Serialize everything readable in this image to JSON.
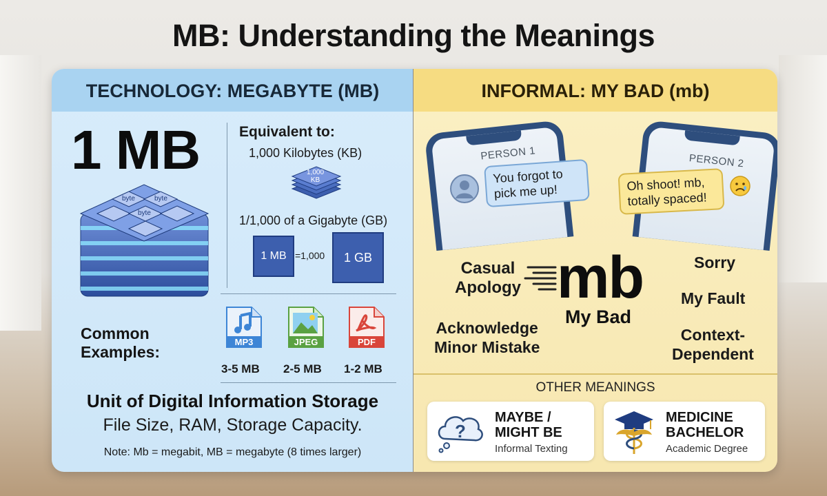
{
  "title": "MB: Understanding the Meanings",
  "technology": {
    "header": "TECHNOLOGY: MEGABYTE (MB)",
    "big_label": "1 MB",
    "server_label": "byte",
    "equivalent_label": "Equivalent to:",
    "kilobytes": "1,000 Kilobytes (KB)",
    "kb_stack_label_line1": "1,000",
    "kb_stack_label_line2": "KB",
    "gigabyte": "1/1,000 of a Gigabyte (GB)",
    "mb_box": "1 MB",
    "equals": "=1,000",
    "gb_box": "1 GB",
    "common_line1": "Common",
    "common_line2": "Examples:",
    "examples": [
      {
        "type": "MP3",
        "size": "3-5 MB",
        "color": "#3d85d6",
        "icon": "music-note-icon"
      },
      {
        "type": "JPEG",
        "size": "2-5 MB",
        "color": "#5aa142",
        "icon": "landscape-icon"
      },
      {
        "type": "PDF",
        "size": "1-2 MB",
        "color": "#d9453a",
        "icon": "acrobat-icon"
      }
    ],
    "unit_title": "Unit of Digital Information Storage",
    "unit_subtitle": "File Size, RAM, Storage Capacity.",
    "note": "Note: Mb = megabit, MB = megabyte (8 times larger)"
  },
  "informal": {
    "header": "INFORMAL: MY BAD (mb)",
    "person1": "PERSON 1",
    "person1_message": "You forgot to pick me up!",
    "person2": "PERSON 2",
    "person2_message": "Oh shoot! mb, totally spaced!",
    "casual_line1": "Casual",
    "casual_line2": "Apology",
    "big_mb": "mb",
    "my_bad": "My Bad",
    "sorry": "Sorry",
    "my_fault": "My Fault",
    "ack_line1": "Acknowledge",
    "ack_line2": "Minor Mistake",
    "context_line1": "Context-",
    "context_line2": "Dependent",
    "other_meanings_header": "OTHER MEANINGS",
    "meanings": [
      {
        "title_line1": "MAYBE /",
        "title_line2": "MIGHT BE",
        "subtitle": "Informal Texting",
        "icon": "question-cloud-icon"
      },
      {
        "title_line1": "MEDICINE",
        "title_line2": "BACHELOR",
        "subtitle": "Academic Degree",
        "icon": "graduation-caduceus-icon"
      }
    ]
  },
  "colors": {
    "tech_header": "#a9d3f1",
    "informal_header": "#f6dc82",
    "box_blue": "#3d5fae"
  }
}
